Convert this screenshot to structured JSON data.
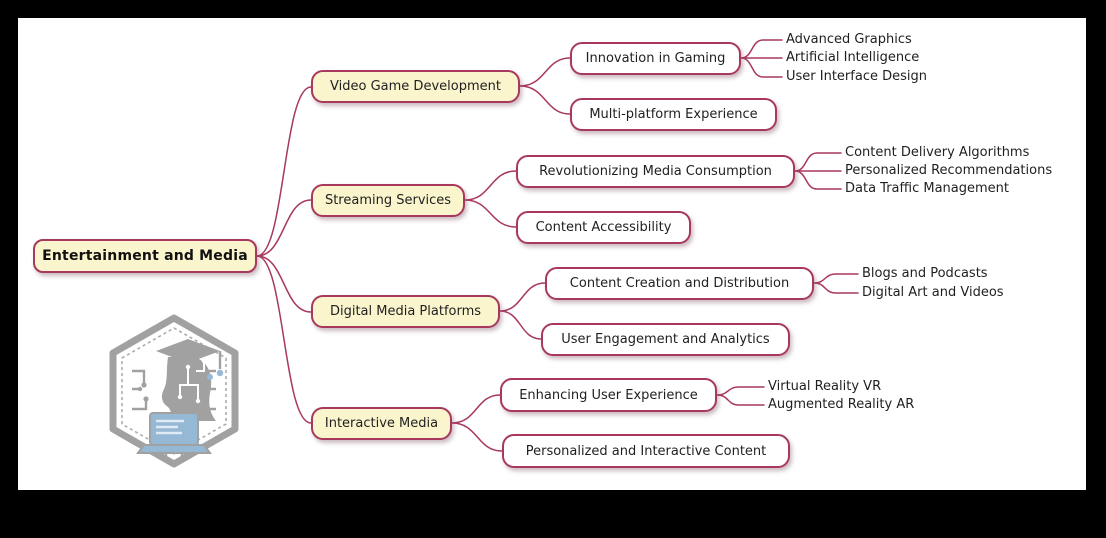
{
  "palette": {
    "frame_background": "#000000",
    "surface_background": "#FFFFFF",
    "node_border": "#A8385D",
    "connector": "#A8385D",
    "branch_fill": "#FAF5CD",
    "child_fill": "#FFFFFF",
    "text": "#1F1F1F",
    "logo_gray": "#8D8D8D",
    "logo_blue": "#7EA9CC"
  },
  "logo": {
    "icon": "hexagon-ai-education-badge"
  },
  "mindmap": {
    "root": {
      "label": "Entertainment and Media"
    },
    "branches": [
      {
        "label": "Video Game Development",
        "children": [
          {
            "label": "Innovation in Gaming",
            "leaves": [
              "Advanced Graphics",
              "Artificial Intelligence",
              "User Interface Design"
            ]
          },
          {
            "label": "Multi-platform Experience",
            "leaves": []
          }
        ]
      },
      {
        "label": "Streaming Services",
        "children": [
          {
            "label": "Revolutionizing Media Consumption",
            "leaves": [
              "Content Delivery Algorithms",
              "Personalized Recommendations",
              "Data Traffic Management"
            ]
          },
          {
            "label": "Content Accessibility",
            "leaves": []
          }
        ]
      },
      {
        "label": "Digital Media Platforms",
        "children": [
          {
            "label": "Content Creation and Distribution",
            "leaves": [
              "Blogs and Podcasts",
              "Digital Art and Videos"
            ]
          },
          {
            "label": "User Engagement and Analytics",
            "leaves": []
          }
        ]
      },
      {
        "label": "Interactive Media",
        "children": [
          {
            "label": "Enhancing User Experience",
            "leaves": [
              "Virtual Reality VR",
              "Augmented Reality AR"
            ]
          },
          {
            "label": "Personalized and Interactive Content",
            "leaves": []
          }
        ]
      }
    ]
  }
}
